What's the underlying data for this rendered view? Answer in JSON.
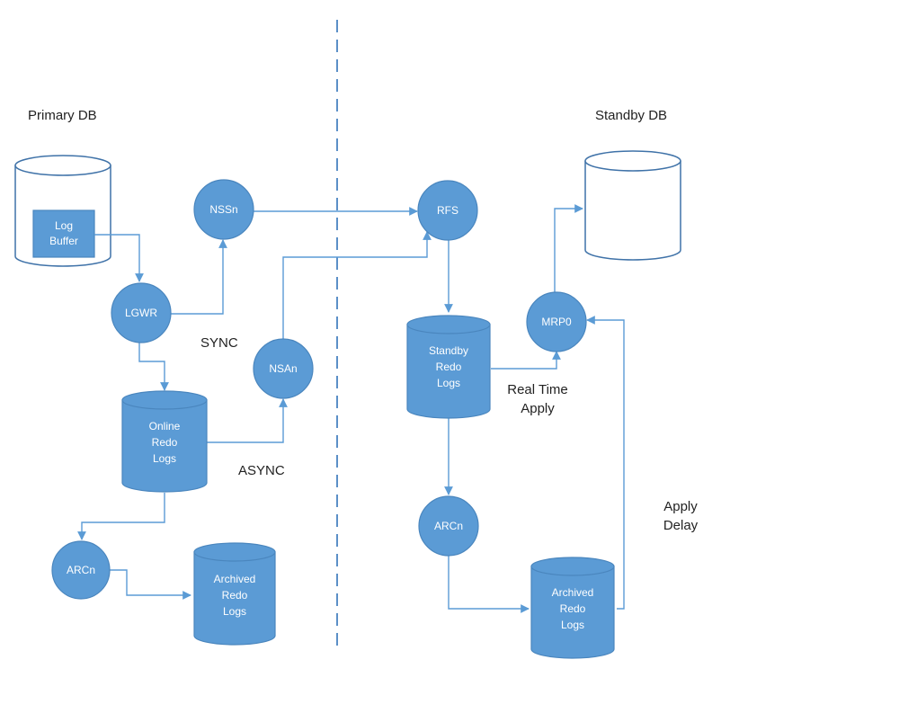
{
  "labels": {
    "primary_db": "Primary DB",
    "standby_db": "Standby DB",
    "sync": "SYNC",
    "async": "ASYNC",
    "real_time_apply": [
      "Real Time",
      "Apply"
    ],
    "apply_delay": [
      "Apply",
      "Delay"
    ]
  },
  "nodes": {
    "log_buffer": [
      "Log",
      "Buffer"
    ],
    "lgwr": "LGWR",
    "nssn": "NSSn",
    "nsan": "NSAn",
    "online_redo_logs": [
      "Online",
      "Redo",
      "Logs"
    ],
    "arcn_primary": "ARCn",
    "archived_redo_logs_primary": [
      "Archived",
      "Redo",
      "Logs"
    ],
    "rfs": "RFS",
    "standby_redo_logs": [
      "Standby",
      "Redo",
      "Logs"
    ],
    "mrp0": "MRP0",
    "arcn_standby": "ARCn",
    "archived_redo_logs_standby": [
      "Archived",
      "Redo",
      "Logs"
    ]
  },
  "colors": {
    "node_fill": "#5b9bd5",
    "node_stroke": "#4a86be",
    "connector": "#5b9bd5",
    "divider": "#5b8fc7",
    "text": "#222222"
  }
}
